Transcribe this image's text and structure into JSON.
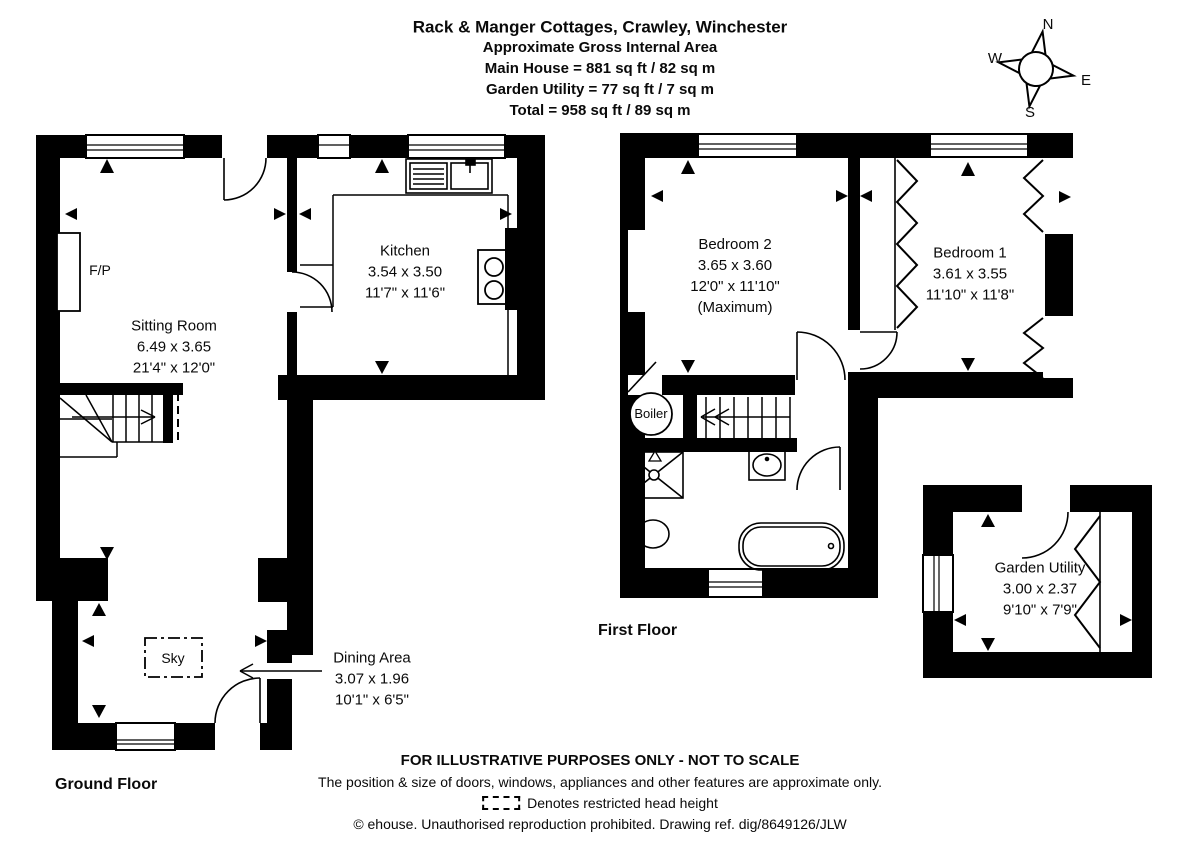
{
  "title": {
    "line1": "Rack & Manger Cottages, Crawley, Winchester",
    "line2": "Approximate Gross Internal Area",
    "line3": "Main House = 881 sq ft / 82 sq m",
    "line4": "Garden Utility = 77 sq ft / 7 sq m",
    "line5": "Total = 958 sq ft / 89 sq m"
  },
  "compass": {
    "n": "N",
    "e": "E",
    "s": "S",
    "w": "W"
  },
  "floors": {
    "ground": "Ground Floor",
    "first": "First Floor"
  },
  "rooms": {
    "sitting": {
      "name": "Sitting Room",
      "metric": "6.49 x 3.65",
      "imperial": "21'4\" x 12'0\""
    },
    "kitchen": {
      "name": "Kitchen",
      "metric": "3.54 x 3.50",
      "imperial": "11'7\" x 11'6\""
    },
    "dining": {
      "name": "Dining Area",
      "metric": "3.07 x 1.96",
      "imperial": "10'1\" x 6'5\""
    },
    "bedroom2": {
      "name": "Bedroom 2",
      "metric": "3.65 x 3.60",
      "imperial": "12'0\" x 11'10\"",
      "note": "(Maximum)"
    },
    "bedroom1": {
      "name": "Bedroom 1",
      "metric": "3.61 x 3.55",
      "imperial": "11'10\" x 11'8\""
    },
    "garden_utility": {
      "name": "Garden Utility",
      "metric": "3.00 x 2.37",
      "imperial": "9'10\" x 7'9\""
    }
  },
  "fixtures": {
    "fireplace": "F/P",
    "skylight": "Sky",
    "boiler": "Boiler"
  },
  "footer": {
    "line1": "FOR ILLUSTRATIVE PURPOSES ONLY - NOT TO SCALE",
    "line2": "The position & size of doors, windows, appliances and other features are approximate only.",
    "line3": "Denotes restricted head height",
    "line4": "© ehouse. Unauthorised reproduction prohibited. Drawing ref. dig/8649126/JLW"
  },
  "colors": {
    "ink": "#000000",
    "paper": "#ffffff"
  }
}
